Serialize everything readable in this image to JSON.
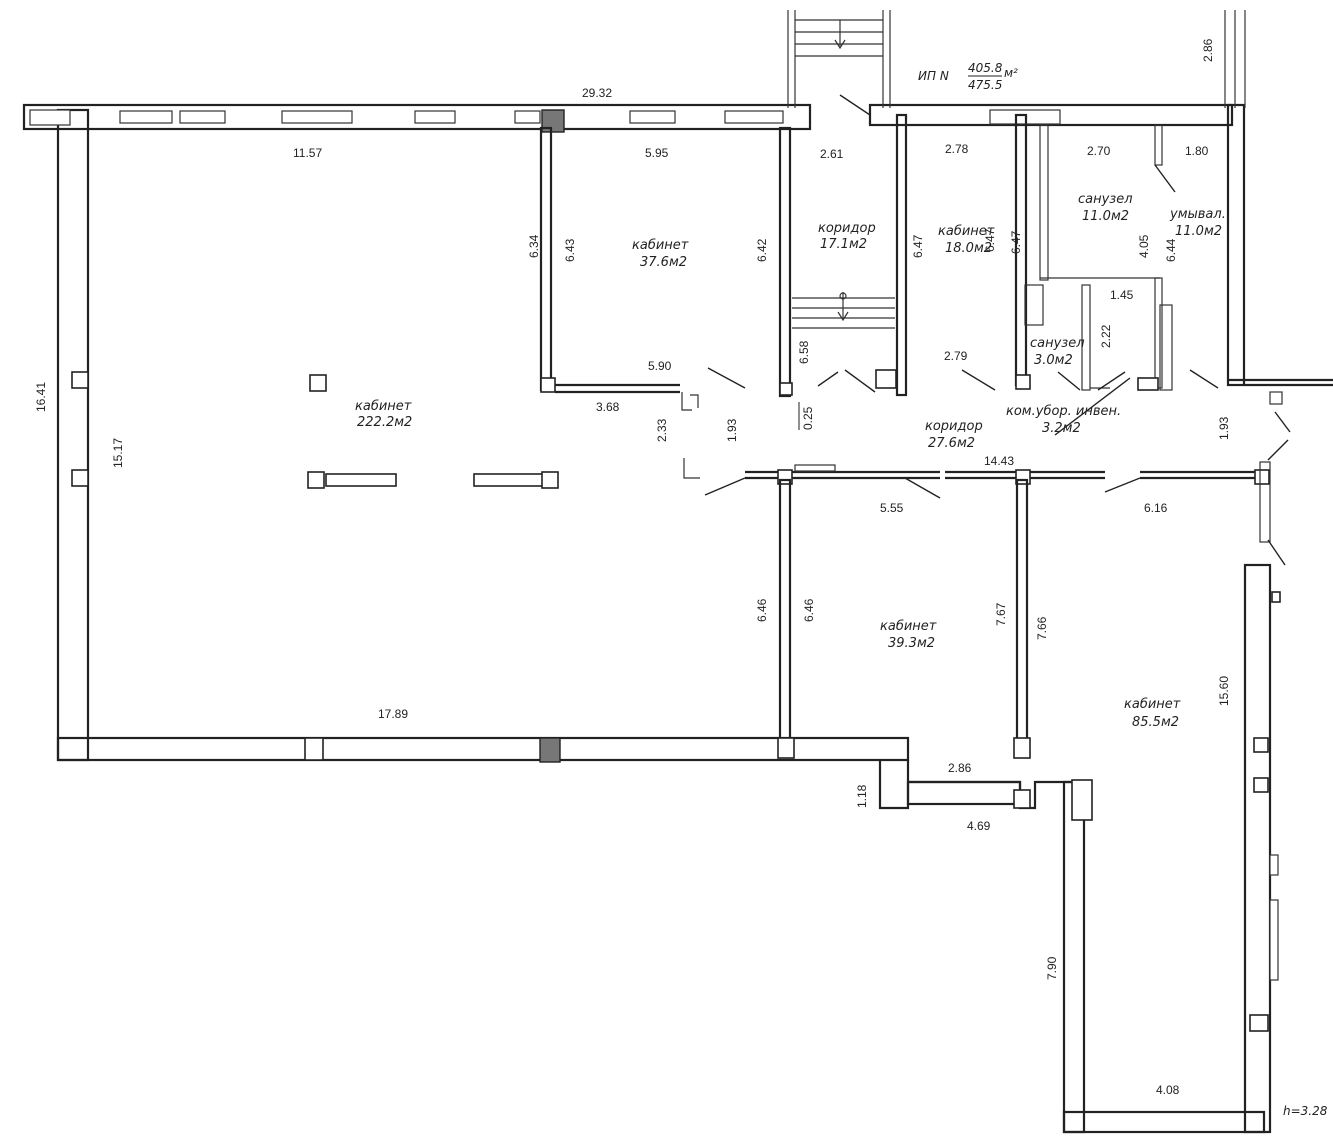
{
  "header": {
    "unit_label": "ИП N",
    "area_top": "405.8",
    "area_unit": "м²",
    "area_bottom": "475.5",
    "height_note": "h=3.28"
  },
  "rooms": [
    {
      "id": "office-222",
      "name": "кабинет",
      "area": "222.2м2"
    },
    {
      "id": "office-37",
      "name": "кабинет",
      "area": "37.6м2"
    },
    {
      "id": "corridor-17",
      "name": "коридор",
      "area": "17.1м2"
    },
    {
      "id": "office-18",
      "name": "кабинет",
      "area": "18.0м2"
    },
    {
      "id": "wc-11",
      "name": "санузел",
      "area": "11.0м2"
    },
    {
      "id": "washroom-11",
      "name": "умывал.",
      "area": "11.0м2"
    },
    {
      "id": "wc-3",
      "name": "санузел",
      "area": "3.0м2"
    },
    {
      "id": "cleaning-3",
      "name": "ком.убор. инвен.",
      "area": "3.2м2"
    },
    {
      "id": "corridor-27",
      "name": "коридор",
      "area": "27.6м2"
    },
    {
      "id": "office-39",
      "name": "кабинет",
      "area": "39.3м2"
    },
    {
      "id": "office-85",
      "name": "кабинет",
      "area": "85.5м2"
    }
  ],
  "dimensions": [
    "29.32",
    "11.57",
    "5.95",
    "2.61",
    "2.78",
    "2.70",
    "1.80",
    "2.86",
    "6.34",
    "6.43",
    "6.42",
    "6.47",
    "6.47",
    "6.47",
    "4.05",
    "6.44",
    "1.45",
    "2.22",
    "5.90",
    "2.79",
    "3.68",
    "2.33",
    "1.93",
    "0.25",
    "6.58",
    "14.43",
    "1.93",
    "16.41",
    "15.17",
    "5.55",
    "6.16",
    "6.46",
    "6.46",
    "7.67",
    "7.66",
    "15.60",
    "17.89",
    "2.86",
    "1.18",
    "4.69",
    "7.90",
    "4.08"
  ]
}
